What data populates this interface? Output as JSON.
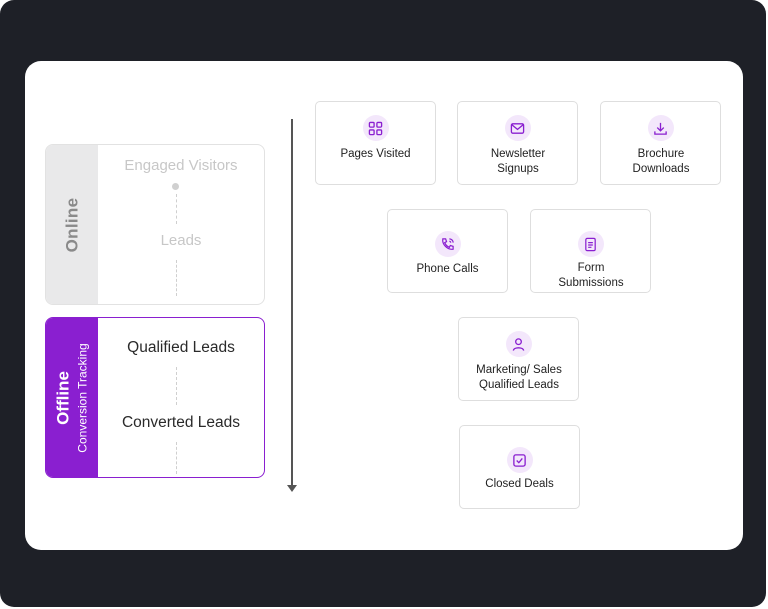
{
  "online": {
    "side_label": "Online",
    "stages": [
      "Engaged Visitors",
      "Leads"
    ]
  },
  "offline": {
    "side_label": "Offline",
    "side_sublabel": "Conversion Tracking",
    "stages": [
      "Qualified Leads",
      "Converted Leads"
    ]
  },
  "colors": {
    "accent": "#8a1fd0",
    "icon_bg": "#f3e7fb",
    "frame": "#1e2027"
  },
  "cards": [
    {
      "label": "Pages Visited",
      "icon": "layout-grid-icon"
    },
    {
      "label": "Newsletter Signups",
      "icon": "mail-icon"
    },
    {
      "label": "Brochure Downloads",
      "icon": "download-icon"
    },
    {
      "label": "Phone Calls",
      "icon": "phone-icon"
    },
    {
      "label": "Form Submissions",
      "icon": "form-document-icon"
    },
    {
      "label": "Marketing/ Sales Qualified Leads",
      "icon": "user-icon"
    },
    {
      "label": "Closed Deals",
      "icon": "check-square-icon"
    }
  ]
}
